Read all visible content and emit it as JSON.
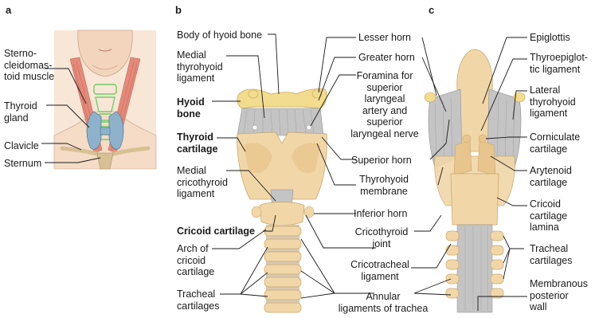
{
  "panels": {
    "a": {
      "letter": "a",
      "labels": {
        "sternocleidomastoid": "Sterno-\ncleidomas-\ntoid muscle",
        "thyroid_gland": "Thyroid\ngland",
        "clavicle": "Clavicle",
        "sternum": "Sternum"
      }
    },
    "b": {
      "letter": "b",
      "labels": {
        "body_hyoid": "Body of hyoid bone",
        "medial_thyrohyoid": "Medial\nthyrohyoid\nligament",
        "hyoid_bone": "Hyoid\nbone",
        "thyroid_cartilage": "Thyroid\ncartilage",
        "medial_cricothyroid": "Medial\ncricothyroid\nligament",
        "cricoid_cartilage": "Cricoid cartilage",
        "arch_cricoid": "Arch of\ncricoid\ncartilage",
        "tracheal_cartilages": "Tracheal\ncartilages",
        "lesser_horn": "Lesser horn",
        "greater_horn": "Greater horn",
        "foramina": "Foramina for\nsuperior\nlaryngeal\nartery and\nsuperior\nlaryngeal nerve",
        "superior_horn": "Superior horn",
        "thyrohyoid_membrane": "Thyrohyoid\nmembrane",
        "inferior_horn": "Inferior horn",
        "cricothyroid_joint": "Cricothyroid\njoint",
        "cricotracheal_ligament": "Cricotracheal\nligament",
        "annular_ligaments": "Annular\nligaments of trachea"
      }
    },
    "c": {
      "letter": "c",
      "labels": {
        "epiglottis": "Epiglottis",
        "thyroepiglottic": "Thyroepiglot-\ntic ligament",
        "lateral_thyrohyoid": "Lateral\nthyrohyoid\nligament",
        "corniculate": "Corniculate\ncartilage",
        "arytenoid": "Arytenoid\ncartilage",
        "cricoid_lamina": "Cricoid\ncartilage\nlamina",
        "tracheal_cartilages": "Tracheal\ncartilages",
        "membranous_wall": "Membranous\nposterior\nwall"
      }
    }
  },
  "colors": {
    "cartilage": "#f1d7a8",
    "cartilage_dark": "#e4c48d",
    "bone": "#f2dc8e",
    "membrane": "#b9b9b9",
    "membrane_dark": "#8f8f8f",
    "muscle": "#e0786a",
    "thyroid_gland": "#8fb2cc",
    "skin": "#f6ddc8",
    "line": "#1a1a1a"
  }
}
